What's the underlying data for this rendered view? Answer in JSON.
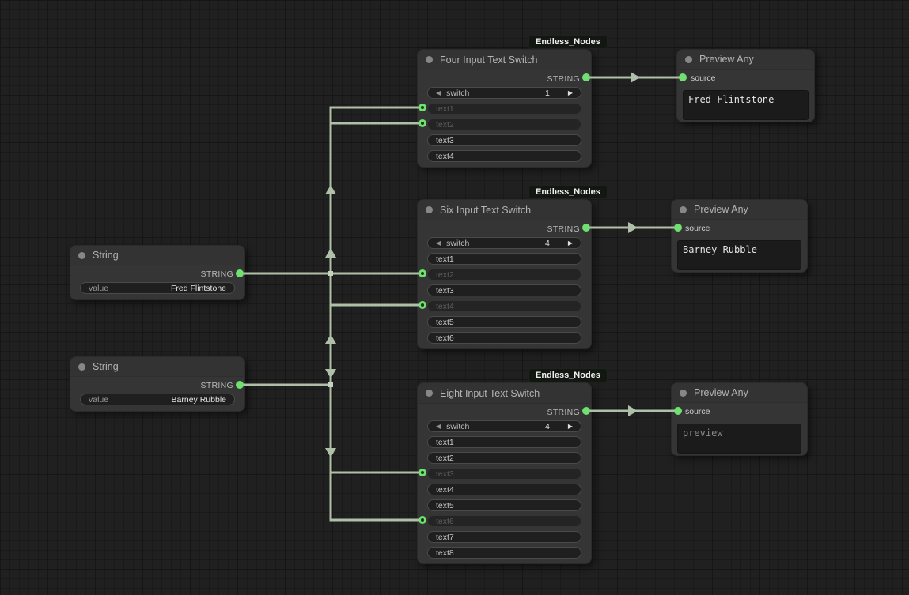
{
  "badge_label": "Endless_Nodes",
  "icons": {
    "prev": "◀",
    "next": "▶"
  },
  "colors": {
    "wire": "#b0c0a8",
    "port_green": "#70e070",
    "node_bg": "#353535",
    "canvas_bg": "#202020"
  },
  "nodes": {
    "string1": {
      "title": "String",
      "output_label": "STRING",
      "widget": {
        "name": "value",
        "value": "Fred Flintstone"
      }
    },
    "string2": {
      "title": "String",
      "output_label": "STRING",
      "widget": {
        "name": "value",
        "value": "Barney Rubble"
      }
    },
    "four": {
      "title": "Four Input Text Switch",
      "output_label": "STRING",
      "switch": {
        "name": "switch",
        "value": "1"
      },
      "rows": [
        {
          "label": "text1",
          "connected": true
        },
        {
          "label": "text2",
          "connected": true
        },
        {
          "label": "text3",
          "connected": false
        },
        {
          "label": "text4",
          "connected": false
        }
      ]
    },
    "six": {
      "title": "Six Input Text Switch",
      "output_label": "STRING",
      "switch": {
        "name": "switch",
        "value": "4"
      },
      "rows": [
        {
          "label": "text1",
          "connected": false
        },
        {
          "label": "text2",
          "connected": true
        },
        {
          "label": "text3",
          "connected": false
        },
        {
          "label": "text4",
          "connected": true
        },
        {
          "label": "text5",
          "connected": false
        },
        {
          "label": "text6",
          "connected": false
        }
      ]
    },
    "eight": {
      "title": "Eight Input Text Switch",
      "output_label": "STRING",
      "switch": {
        "name": "switch",
        "value": "4"
      },
      "rows": [
        {
          "label": "text1",
          "connected": false
        },
        {
          "label": "text2",
          "connected": false
        },
        {
          "label": "text3",
          "connected": true
        },
        {
          "label": "text4",
          "connected": false
        },
        {
          "label": "text5",
          "connected": false
        },
        {
          "label": "text6",
          "connected": true
        },
        {
          "label": "text7",
          "connected": false
        },
        {
          "label": "text8",
          "connected": false
        }
      ]
    },
    "preview1": {
      "title": "Preview Any",
      "input_label": "source",
      "text": "Fred Flintstone"
    },
    "preview2": {
      "title": "Preview Any",
      "input_label": "source",
      "text": "Barney Rubble"
    },
    "preview3": {
      "title": "Preview Any",
      "input_label": "source",
      "text": "preview"
    }
  },
  "links": [
    {
      "from": "string1.STRING",
      "to": "four.text1"
    },
    {
      "from": "string2.STRING",
      "to": "four.text2"
    },
    {
      "from": "string1.STRING",
      "to": "six.text2"
    },
    {
      "from": "string2.STRING",
      "to": "six.text4"
    },
    {
      "from": "string1.STRING",
      "to": "eight.text3"
    },
    {
      "from": "string2.STRING",
      "to": "eight.text6"
    },
    {
      "from": "four.STRING",
      "to": "preview1.source"
    },
    {
      "from": "six.STRING",
      "to": "preview2.source"
    },
    {
      "from": "eight.STRING",
      "to": "preview3.source"
    }
  ]
}
